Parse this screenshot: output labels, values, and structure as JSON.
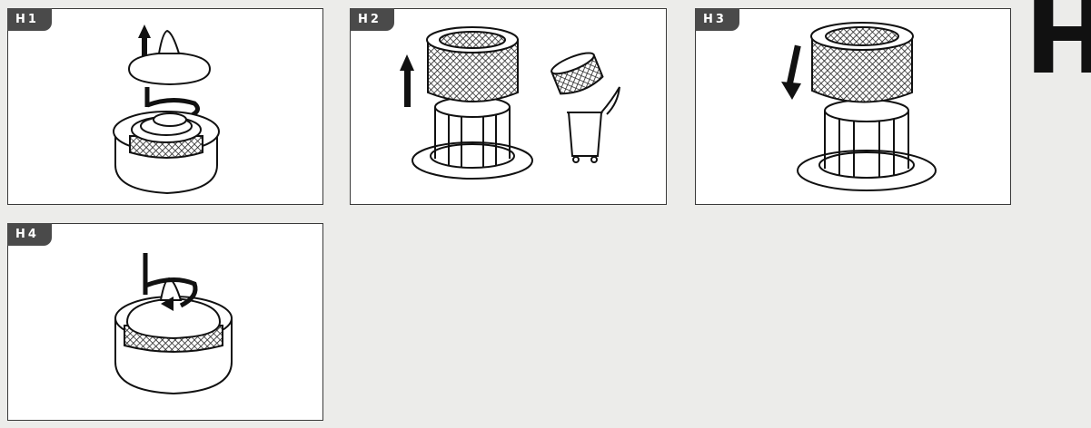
{
  "section_letter": "H",
  "panels": [
    {
      "id": "h1",
      "label": "H1"
    },
    {
      "id": "h2",
      "label": "H2"
    },
    {
      "id": "h3",
      "label": "H3"
    },
    {
      "id": "h4",
      "label": "H4"
    }
  ],
  "colors": {
    "stroke": "#111111",
    "tag_bg": "#4a4a4a",
    "page_bg": "#ececea"
  }
}
